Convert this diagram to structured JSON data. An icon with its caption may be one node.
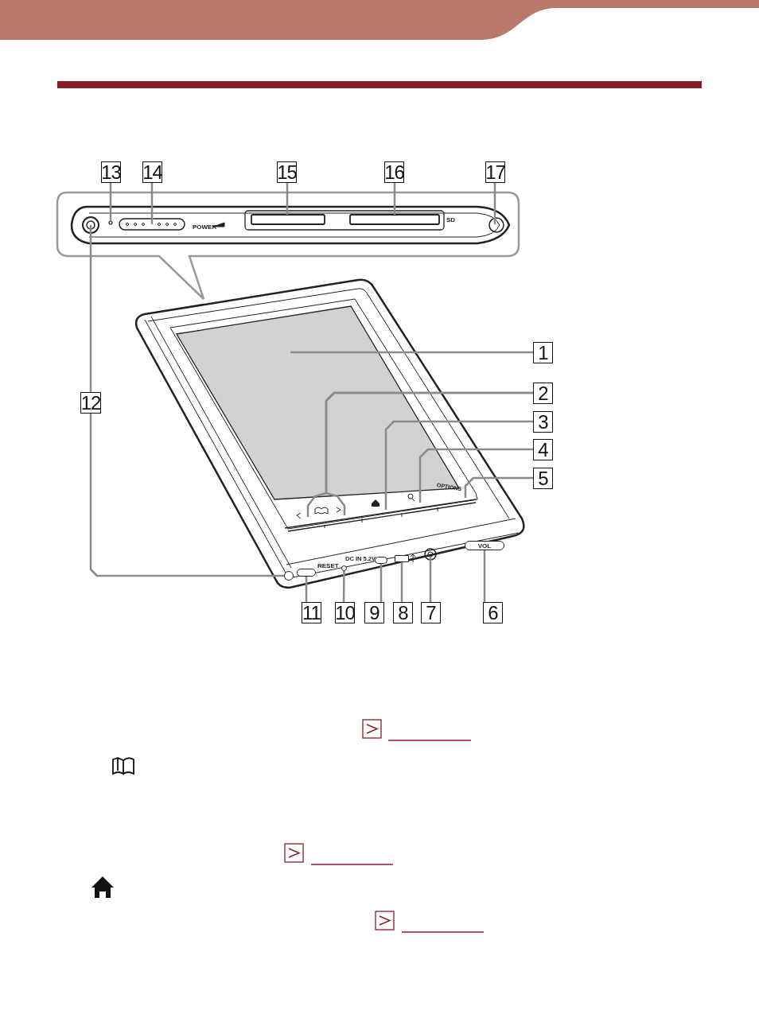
{
  "diagram": {
    "nodes": [
      {
        "text": [
          "13"
        ]
      },
      {
        "text": [
          "14"
        ]
      },
      {
        "text": [
          "15"
        ]
      },
      {
        "text": [
          "16"
        ]
      },
      {
        "text": [
          "17"
        ]
      },
      {
        "text": [
          "1"
        ]
      },
      {
        "text": [
          "12"
        ]
      },
      {
        "text": [
          "2"
        ]
      },
      {
        "text": [
          "3"
        ]
      },
      {
        "text": [
          "4"
        ]
      },
      {
        "text": [
          "5"
        ]
      },
      {
        "text": [
          "11"
        ]
      },
      {
        "text": [
          "10"
        ]
      },
      {
        "text": [
          "9"
        ]
      },
      {
        "text": [
          "8"
        ]
      },
      {
        "text": [
          "7"
        ]
      },
      {
        "text": [
          "6"
        ]
      },
      {
        "text": [
          "VOL"
        ]
      },
      {
        "text": [],
        "shape": "box"
      },
      {
        "text": [],
        "shape": "circle"
      },
      {
        "text": [],
        "shape": "box"
      },
      {
        "text": [],
        "shape": "circle"
      },
      {
        "text": [],
        "shape": "box"
      }
    ],
    "edges": [
      {
        "from": 0,
        "to": null,
        "arrow": "none"
      },
      {
        "from": 1,
        "to": null,
        "arrow": "none"
      },
      {
        "from": 2,
        "to": null,
        "arrow": "none"
      },
      {
        "from": 3,
        "to": null,
        "arrow": "none"
      },
      {
        "from": 4,
        "to": null,
        "arrow": "none"
      },
      {
        "from": 5,
        "to": null,
        "arrow": "none"
      },
      {
        "from": 6,
        "to": null,
        "arrow": "none"
      },
      {
        "from": 6,
        "to": 21,
        "arrow": "none"
      },
      {
        "from": 7,
        "to": null,
        "arrow": "none"
      },
      {
        "from": 7,
        "to": null,
        "arrow": "none"
      },
      {
        "from": 8,
        "to": null,
        "arrow": "none"
      },
      {
        "from": 9,
        "to": null,
        "arrow": "none"
      },
      {
        "from": 10,
        "to": null,
        "arrow": "none"
      },
      {
        "from": 11,
        "to": 18,
        "arrow": "none"
      },
      {
        "from": 12,
        "to": 19,
        "arrow": "none"
      },
      {
        "from": 13,
        "to": 20,
        "arrow": "none"
      },
      {
        "from": 14,
        "to": 22,
        "arrow": "none"
      },
      {
        "from": 15,
        "to": null,
        "arrow": "none"
      },
      {
        "from": 16,
        "to": 17,
        "arrow": "none"
      }
    ],
    "labels": [
      "POWER",
      "SD",
      "OPTIONS",
      "RESET",
      "DC IN 5.2V"
    ]
  }
}
